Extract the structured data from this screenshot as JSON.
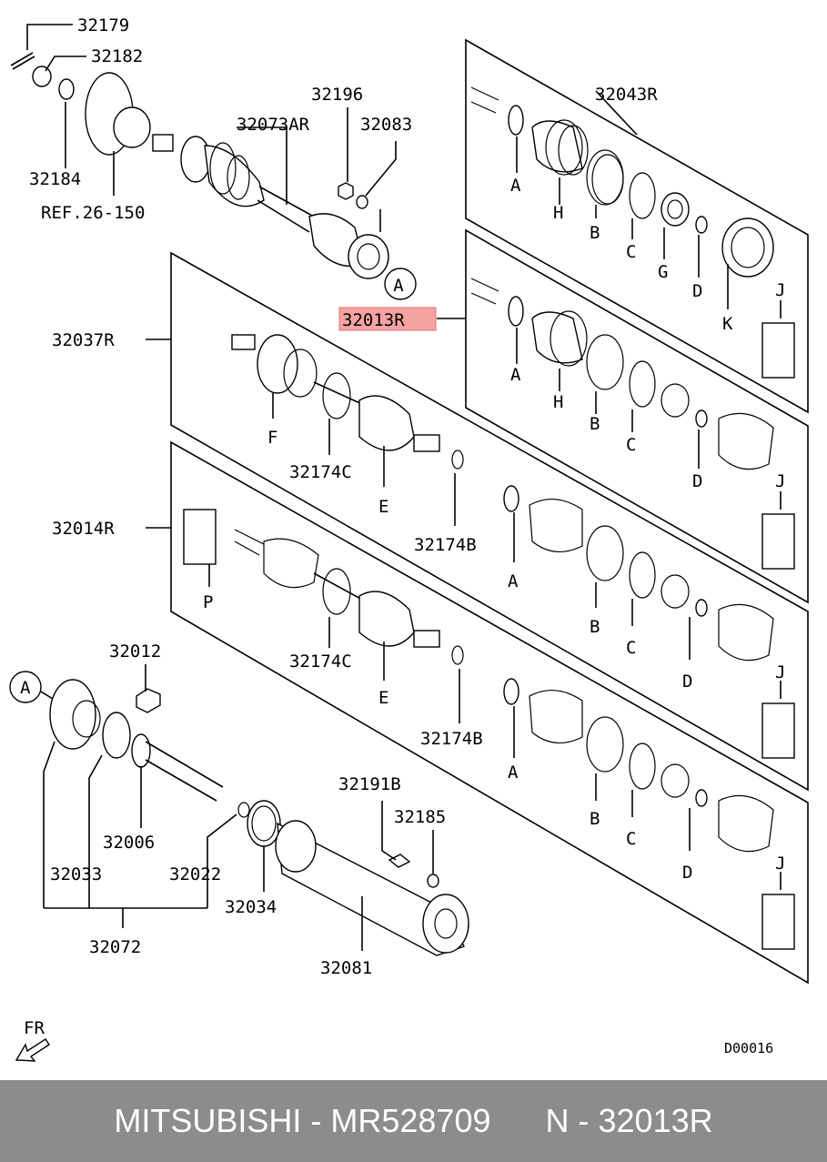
{
  "labels": {
    "p32179": "32179",
    "p32182": "32182",
    "p32184": "32184",
    "ref": "REF.26-150",
    "p32196": "32196",
    "p32073ar": "32073AR",
    "p32083": "32083",
    "p32043r": "32043R",
    "p32013r": "32013R",
    "p32037r": "32037R",
    "p32174c_1": "32174C",
    "p32174c_2": "32174C",
    "p32174b_1": "32174B",
    "p32174b_2": "32174B",
    "p32014r": "32014R",
    "p32012": "32012",
    "p32006": "32006",
    "p32033": "32033",
    "p32022": "32022",
    "p32072": "32072",
    "p32034": "32034",
    "p32191b": "32191B",
    "p32185": "32185",
    "p32081": "32081",
    "fr": "FR",
    "code": "D00016",
    "A": "A",
    "B": "B",
    "C": "C",
    "D": "D",
    "E": "E",
    "F": "F",
    "G": "G",
    "H": "H",
    "J": "J",
    "K": "K",
    "P": "P"
  },
  "footer": {
    "text": "MITSUBISHI - MR528709      N - 32013R"
  },
  "colors": {
    "highlight": "#f6a3a3",
    "footer_bg": "#8c8c8c"
  }
}
